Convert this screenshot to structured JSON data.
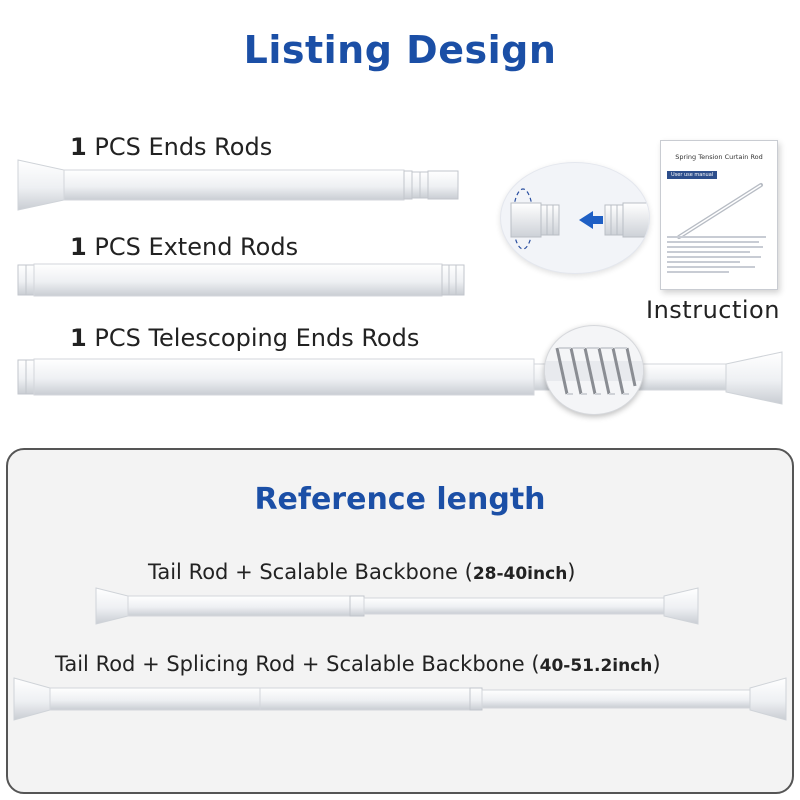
{
  "title": "Listing Design",
  "components": [
    {
      "qty": "1",
      "name": "PCS Ends Rods"
    },
    {
      "qty": "1",
      "name": "PCS Extend Rods"
    },
    {
      "qty": "1",
      "name": "PCS Telescoping Ends Rods"
    }
  ],
  "manual": {
    "title": "Spring Tension Curtain Rod",
    "badge": "User use manual"
  },
  "instruction_label": "Instruction",
  "reference": {
    "title": "Reference length",
    "items": [
      {
        "text": "Tail Rod + Scalable Backbone",
        "open": " (",
        "length": "28-40inch",
        "close": ")"
      },
      {
        "text": "Tail Rod + Splicing Rod + Scalable Backbone",
        "open": " (",
        "length": "40-51.2inch",
        "close": ")"
      }
    ]
  },
  "colors": {
    "heading_blue": "#1b4fa6",
    "arrow_blue": "#1f5fc4",
    "rod_white": "#ffffff"
  }
}
